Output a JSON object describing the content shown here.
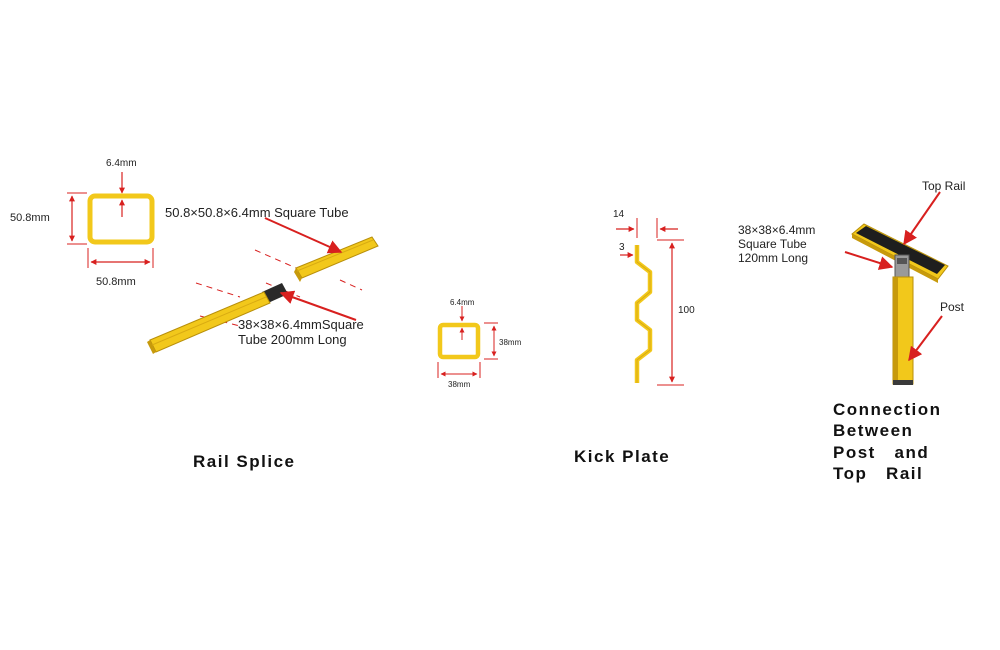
{
  "colors": {
    "tube_yellow": "#f2c81b",
    "tube_shade": "#c79a0c",
    "dim_red": "#d8201f",
    "dark_insert": "#2a2a2a"
  },
  "rail_splice": {
    "title": "Rail  Splice",
    "section_thickness": "6.4mm",
    "section_height": "50.8mm",
    "section_width": "50.8mm",
    "outer_tube_label": "50.8×50.8×6.4mm Square Tube",
    "inner_tube_label": "38×38×6.4mmSquare\nTube 200mm Long"
  },
  "kick_plate": {
    "title": "Kick  Plate",
    "section_thickness": "6.4mm",
    "section_height": "38mm",
    "section_width": "38mm",
    "profile_top_width": "14",
    "profile_thickness": "3",
    "profile_height": "100"
  },
  "connection": {
    "title": "Connection\nBetween\nPost   and\nTop   Rail",
    "top_rail_label": "Top Rail",
    "post_label": "Post",
    "tube_label": "38×38×6.4mm\nSquare Tube\n120mm Long"
  }
}
